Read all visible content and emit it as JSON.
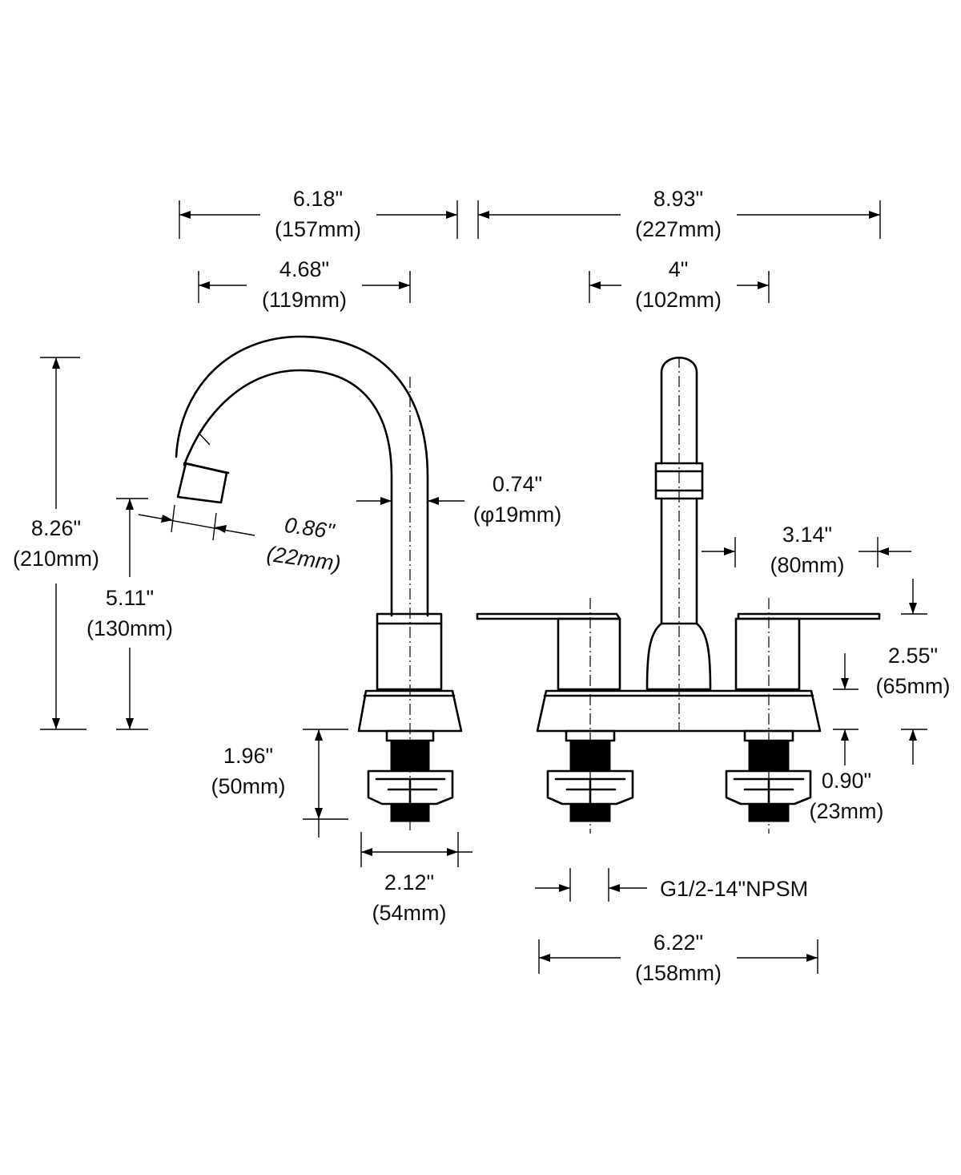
{
  "dimensions": {
    "overall_depth": {
      "inch": "6.18\"",
      "mm": "(157mm)"
    },
    "overall_width": {
      "inch": "8.93\"",
      "mm": "(227mm)"
    },
    "spout_reach": {
      "inch": "4.68\"",
      "mm": "(119mm)"
    },
    "center_set": {
      "inch": "4\"",
      "mm": "(102mm)"
    },
    "total_height": {
      "inch": "8.26\"",
      "mm": "(210mm)"
    },
    "spout_height": {
      "inch": "5.11\"",
      "mm": "(130mm)"
    },
    "aerator_diameter": {
      "inch": "0.86\"",
      "mm": "(22mm)"
    },
    "spout_diameter": {
      "inch": "0.74\"",
      "mm": "(φ19mm)"
    },
    "handle_spacing": {
      "inch": "3.14\"",
      "mm": "(80mm)"
    },
    "handle_height": {
      "inch": "2.55\"",
      "mm": "(65mm)"
    },
    "base_height": {
      "inch": "0.90\"",
      "mm": "(23mm)"
    },
    "shank_length": {
      "inch": "1.96\"",
      "mm": "(50mm)"
    },
    "base_depth": {
      "inch": "2.12\"",
      "mm": "(54mm)"
    },
    "thread_spec": {
      "text": "G1/2-14\"NPSM"
    },
    "base_width": {
      "inch": "6.22\"",
      "mm": "(158mm)"
    }
  },
  "colors": {
    "line": "#000000",
    "background": "#ffffff"
  }
}
